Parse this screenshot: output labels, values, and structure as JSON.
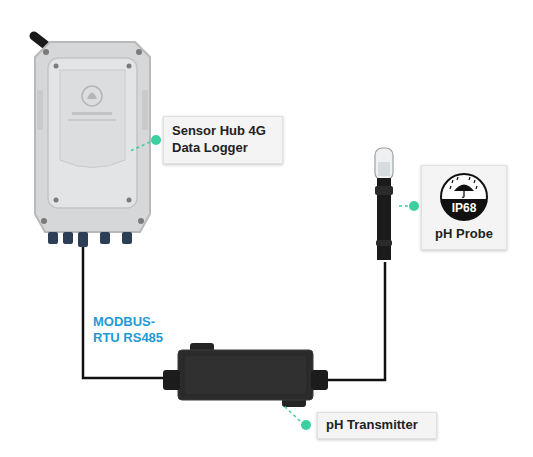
{
  "diagram": {
    "nodes": [
      {
        "text": [
          "Sensor Hub 4G Data Logger"
        ]
      },
      {
        "text": [
          "pH Probe"
        ]
      },
      {
        "text": [
          "IP68"
        ],
        "in": 1
      },
      {
        "text": [
          "pH Transmitter"
        ]
      }
    ],
    "labels": [
      "MODBUS- RTU RS485"
    ]
  }
}
